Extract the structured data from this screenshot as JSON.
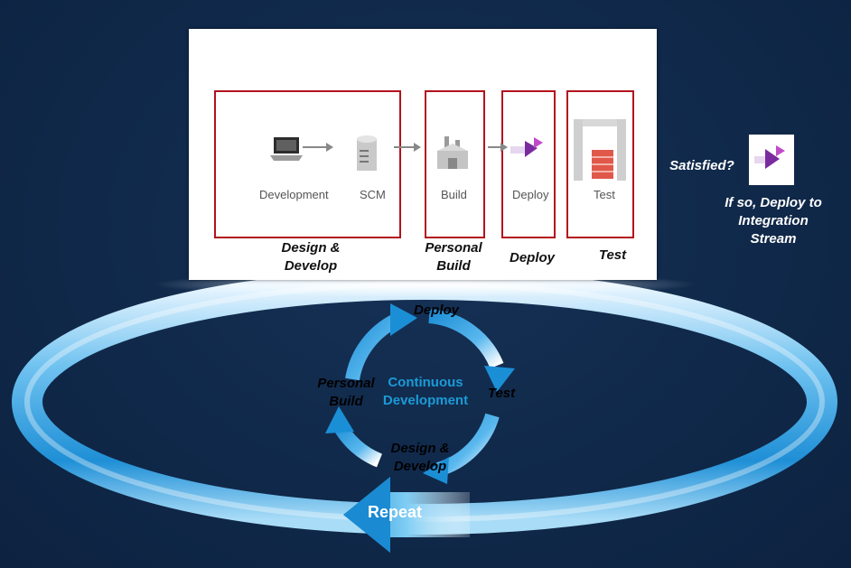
{
  "pipeline": {
    "stages": [
      {
        "label": "Development"
      },
      {
        "label": "SCM"
      },
      {
        "label": "Build"
      },
      {
        "label": "Deploy"
      },
      {
        "label": "Test"
      }
    ],
    "captions": {
      "design_line1": "Design &",
      "design_line2": "Develop",
      "build_line1": "Personal",
      "build_line2": "Build",
      "deploy": "Deploy",
      "test": "Test"
    }
  },
  "side": {
    "satisfied": "Satisfied?",
    "line1": "If so,  Deploy to",
    "line2": "Integration",
    "line3": "Stream"
  },
  "cycle": {
    "deploy": "Deploy",
    "test": "Test",
    "design_line1": "Design &",
    "design_line2": "Develop",
    "build_line1": "Personal",
    "build_line2": "Build",
    "center_line1": "Continuous",
    "center_line2": "Development"
  },
  "repeat": "Repeat",
  "colors": {
    "background": "#10294a",
    "stage_border": "#b3121d",
    "accent_blue": "#1b9ad6",
    "deploy_purple": "#7a2c9e"
  },
  "icons": [
    "laptop-icon",
    "database-icon",
    "factory-icon",
    "deploy-arrow-icon",
    "test-gate-icon"
  ]
}
